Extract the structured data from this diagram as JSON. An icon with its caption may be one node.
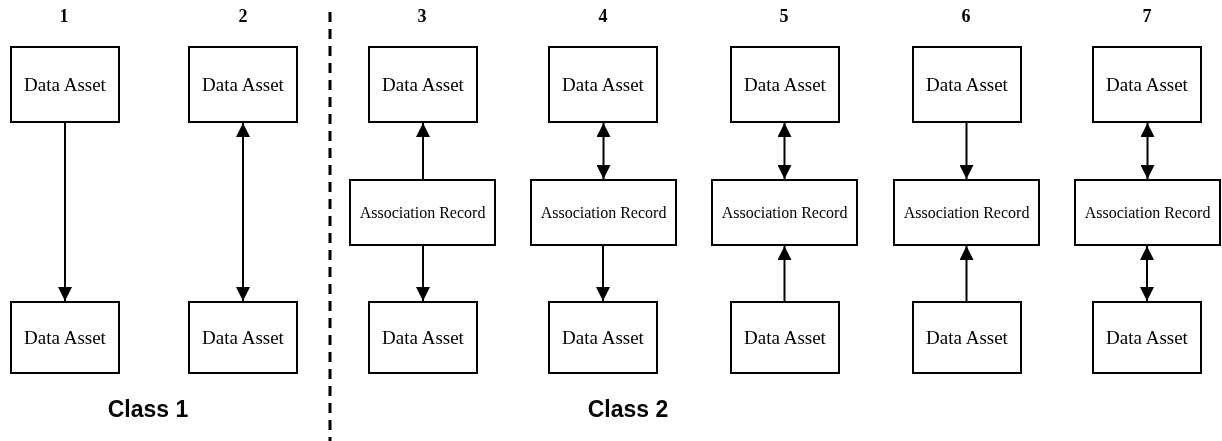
{
  "diagram": {
    "nodes": [
      {
        "text": [
          "Data Asset"
        ]
      },
      {
        "text": [
          "Data Asset"
        ]
      },
      {
        "text": [
          "Data Asset"
        ]
      },
      {
        "text": [
          "Data Asset"
        ]
      },
      {
        "text": [
          "Data Asset"
        ]
      },
      {
        "text": [
          "Association Record"
        ]
      },
      {
        "text": [
          "Data Asset"
        ]
      },
      {
        "text": [
          "Data Asset"
        ]
      },
      {
        "text": [
          "Association Record"
        ]
      },
      {
        "text": [
          "Data Asset"
        ]
      },
      {
        "text": [
          "Data Asset"
        ]
      },
      {
        "text": [
          "Association Record"
        ]
      },
      {
        "text": [
          "Data Asset"
        ]
      },
      {
        "text": [
          "Data Asset"
        ]
      },
      {
        "text": [
          "Association Record"
        ]
      },
      {
        "text": [
          "Data Asset"
        ]
      },
      {
        "text": [
          "Data Asset"
        ]
      },
      {
        "text": [
          "Association Record"
        ]
      },
      {
        "text": [
          "Data Asset"
        ]
      }
    ],
    "edges": [
      {
        "from": 0,
        "to": 1,
        "arrow": "to"
      },
      {
        "from": 2,
        "to": 3,
        "arrow": "both"
      },
      {
        "from": 5,
        "to": 4,
        "arrow": "to"
      },
      {
        "from": 5,
        "to": 6,
        "arrow": "to"
      },
      {
        "from": 7,
        "to": 8,
        "arrow": "both"
      },
      {
        "from": 8,
        "to": 9,
        "arrow": "to"
      },
      {
        "from": 10,
        "to": 11,
        "arrow": "both"
      },
      {
        "from": 12,
        "to": 11,
        "arrow": "to"
      },
      {
        "from": 13,
        "to": 14,
        "arrow": "to"
      },
      {
        "from": 15,
        "to": 14,
        "arrow": "to"
      },
      {
        "from": 16,
        "to": 17,
        "arrow": "both"
      },
      {
        "from": 17,
        "to": 18,
        "arrow": "both"
      }
    ],
    "labels": [
      "1",
      "2",
      "3",
      "4",
      "5",
      "6",
      "7",
      "Class 1",
      "Class 2"
    ]
  }
}
